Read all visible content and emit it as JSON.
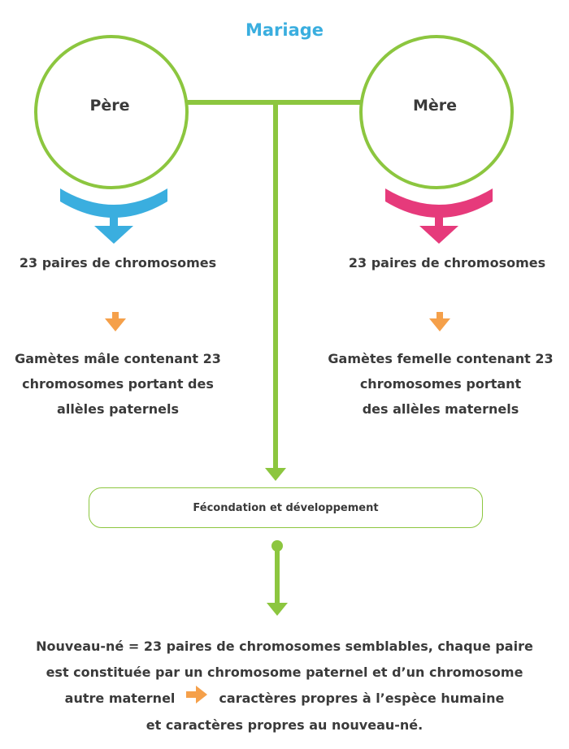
{
  "title": "Mariage",
  "father": {
    "label": "Père",
    "chromosomes": "23 paires de chromosomes",
    "gametes": [
      "Gamètes mâle contenant 23",
      "chromosomes portant des",
      "allèles paternels"
    ]
  },
  "mother": {
    "label": "Mère",
    "chromosomes": "23 paires de chromosomes",
    "gametes": [
      "Gamètes femelle contenant 23",
      "chromosomes portant",
      "des allèles maternels"
    ]
  },
  "fecondation": "Fécondation et développement",
  "result": {
    "line1": "Nouveau-né = 23 paires de chromosomes semblables, chaque paire",
    "line2": "est constituée par un chromosome paternel et d’un chromosome",
    "line3_before": "autre maternel",
    "line3_after": "caractères propres à l’espèce humaine",
    "line4": "et caractères propres au nouveau-né."
  },
  "colors": {
    "title": "#3aaedf",
    "connector": "#8cc63f",
    "male_symbol": "#3aaedf",
    "female_symbol": "#e63a7b",
    "step_arrow": "#f5a04a",
    "text": "#3a3a3a"
  },
  "icons": {
    "male": "male-symbol-icon",
    "female": "female-symbol-icon",
    "step": "orange-down-arrow-icon",
    "inline": "orange-right-arrow-icon"
  }
}
